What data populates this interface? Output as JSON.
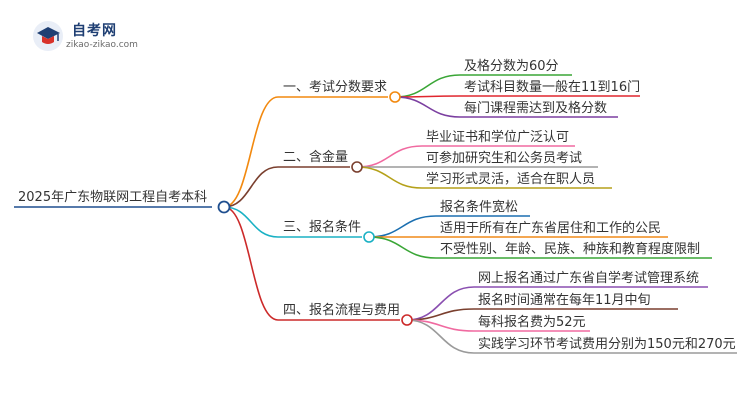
{
  "logo": {
    "name": "自考网",
    "url": "zikao-zikao.com"
  },
  "root": {
    "label": "2025年广东物联网工程自考本科"
  },
  "branches": [
    {
      "label": "一、考试分数要求",
      "color": "#f2890f",
      "leaves": [
        {
          "label": "及格分数为60分",
          "color": "#3aa636"
        },
        {
          "label": "考试科目数量一般在11到16门",
          "color": "#e0262e"
        },
        {
          "label": "每门课程需达到及格分数",
          "color": "#7b3fa0"
        }
      ]
    },
    {
      "label": "二、含金量",
      "color": "#7a3f2e",
      "leaves": [
        {
          "label": "毕业证书和学位广泛认可",
          "color": "#f06aa0"
        },
        {
          "label": "可参加研究生和公务员考试",
          "color": "#9a9a9a"
        },
        {
          "label": "学习形式灵活，适合在职人员",
          "color": "#b5a11a"
        }
      ]
    },
    {
      "label": "三、报名条件",
      "color": "#1ab1c4",
      "leaves": [
        {
          "label": "报名条件宽松",
          "color": "#1b6fb0"
        },
        {
          "label": "适用于所有在广东省居住和工作的公民",
          "color": "#f08a18"
        },
        {
          "label": "不受性别、年龄、民族、种族和教育程度限制",
          "color": "#3aa636"
        }
      ]
    },
    {
      "label": "四、报名流程与费用",
      "color": "#cc2a2a",
      "leaves": [
        {
          "label": "网上报名通过广东省自学考试管理系统",
          "color": "#8a4fb0"
        },
        {
          "label": "报名时间通常在每年11月中旬",
          "color": "#7a3f2e"
        },
        {
          "label": "每科报名费为52元",
          "color": "#f06aa0"
        },
        {
          "label": "实践学习环节考试费用分别为150元和270元",
          "color": "#9a9a9a"
        }
      ]
    }
  ]
}
